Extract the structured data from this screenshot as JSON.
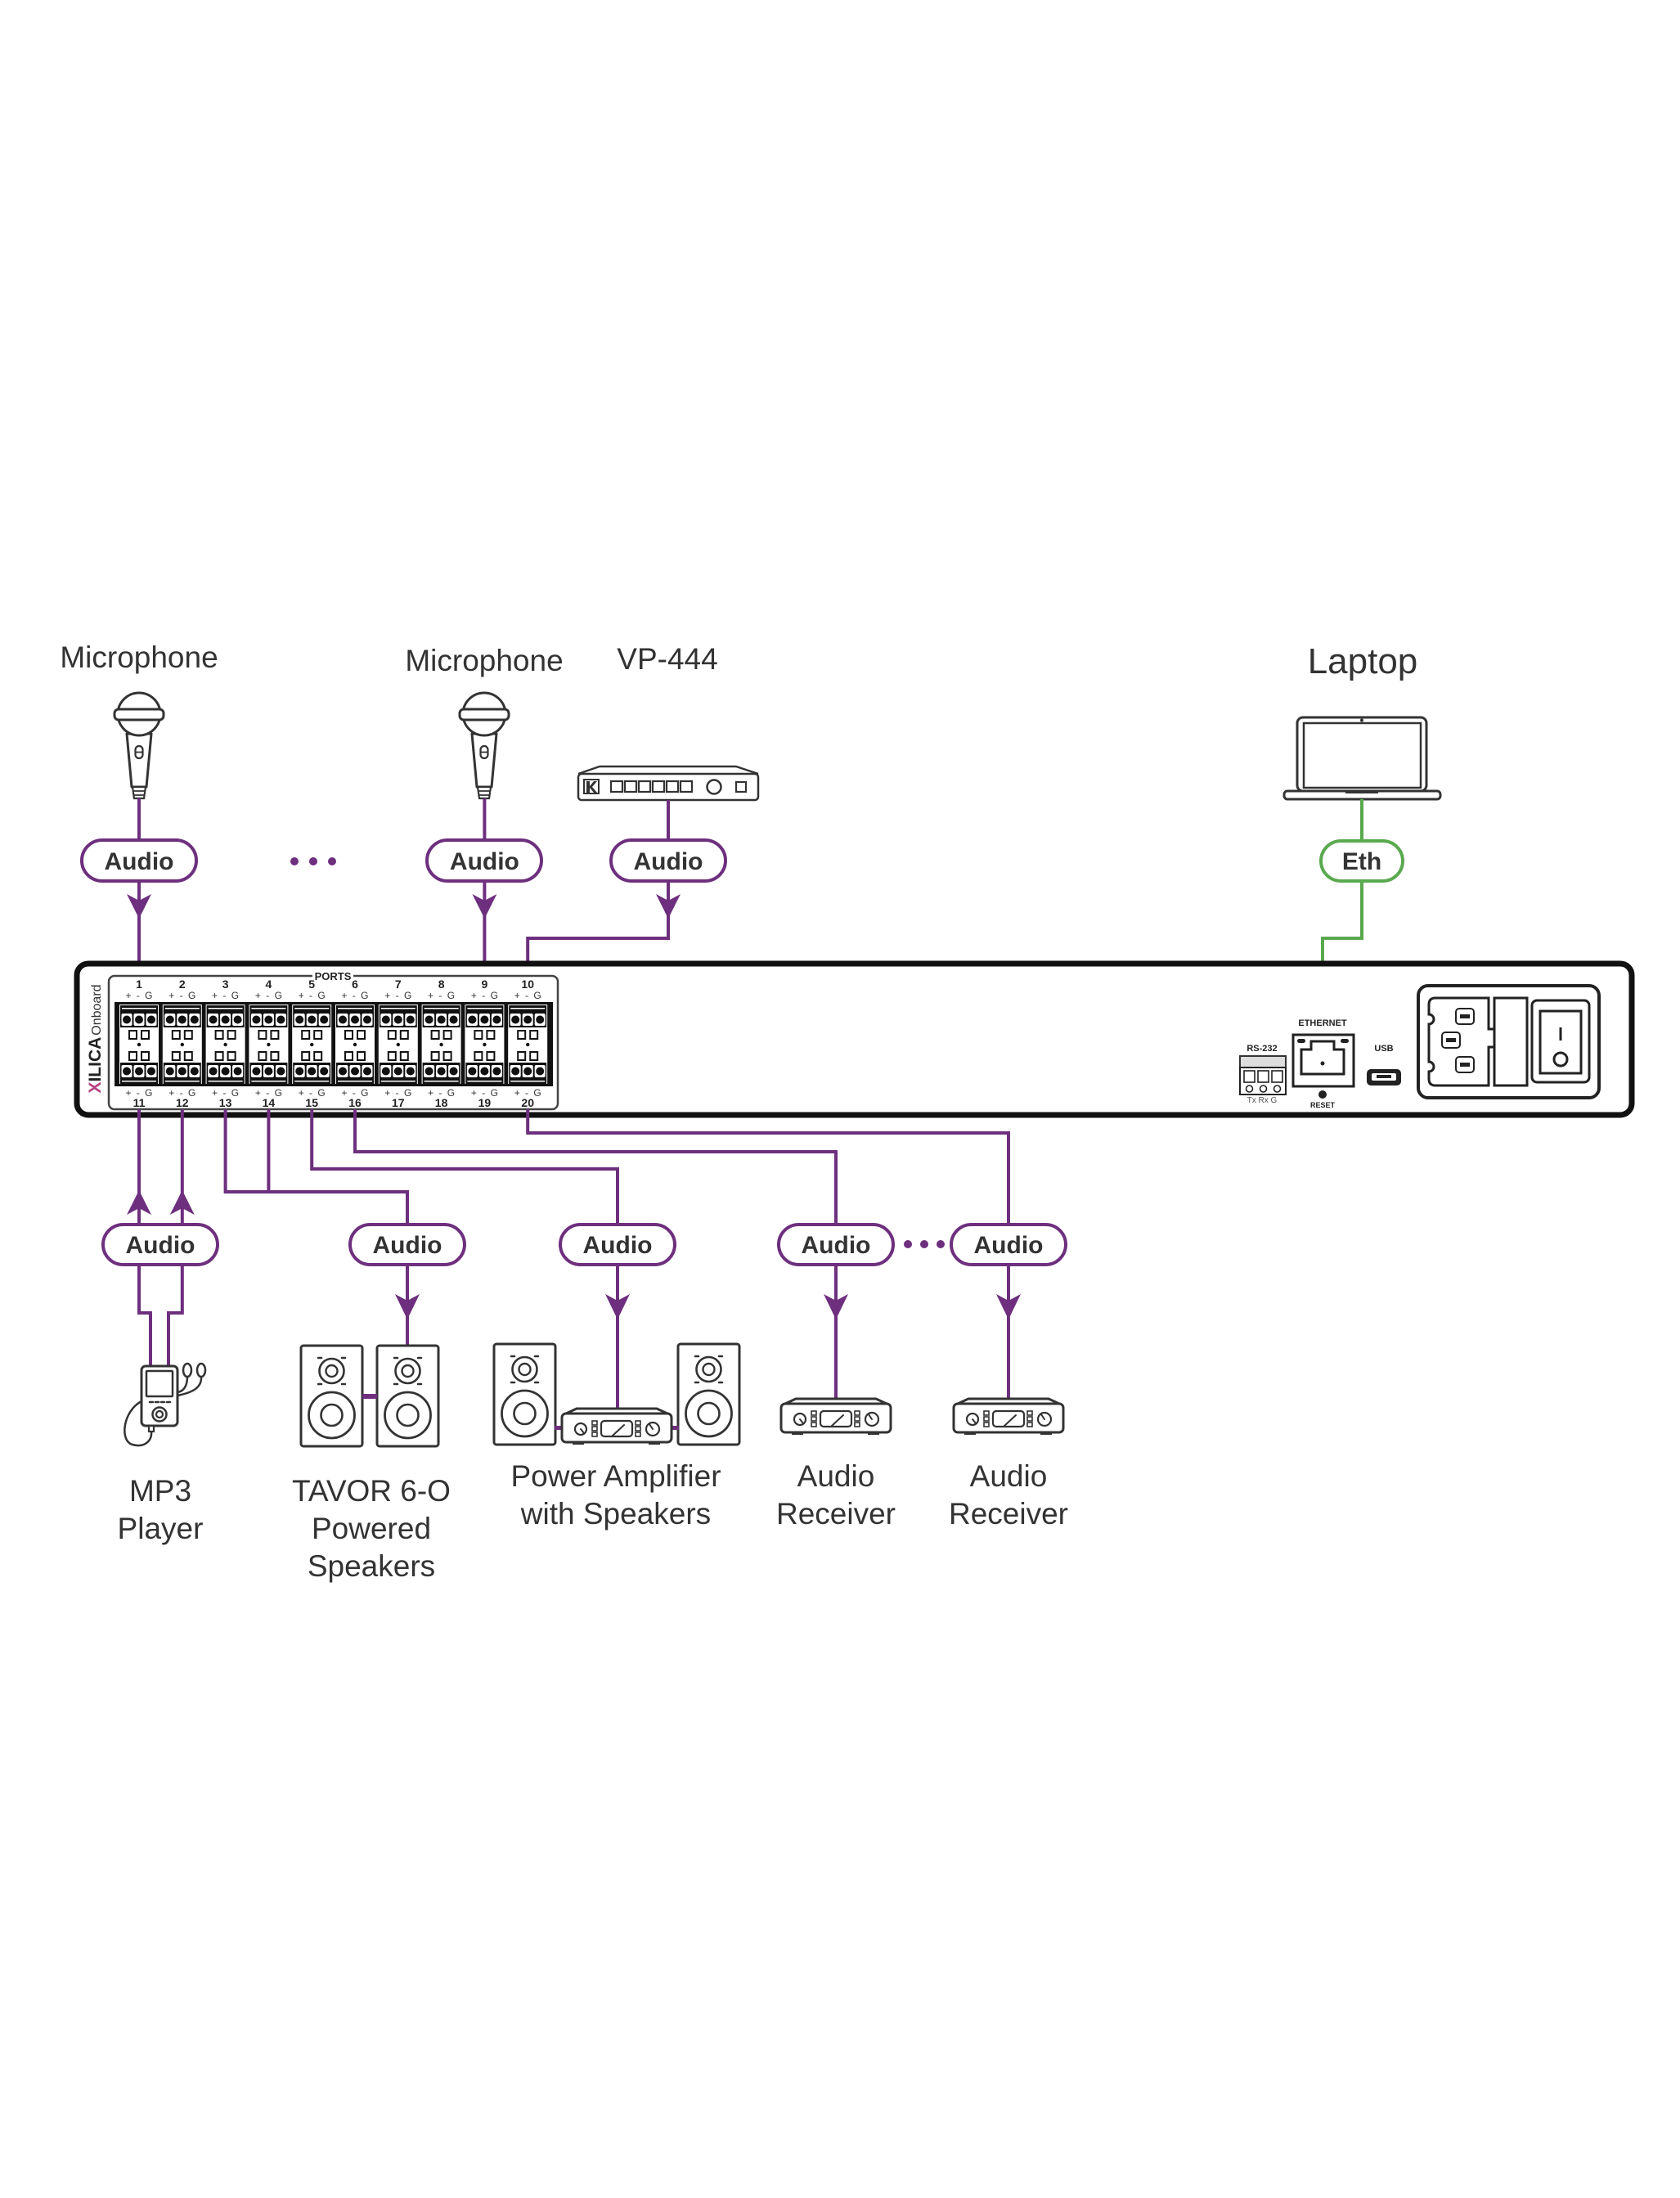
{
  "diagram": {
    "colors": {
      "audio_link": "#6e2f7e",
      "ethernet_link": "#5aa94f",
      "label_text": "#333333",
      "device_outline": "#111111"
    },
    "sources": [
      {
        "label": "Microphone",
        "link": "Audio",
        "port": "1"
      },
      {
        "label": "Microphone",
        "link": "Audio",
        "port": "9"
      },
      {
        "label": "VP-444",
        "link": "Audio",
        "port": "10"
      }
    ],
    "control": {
      "label": "Laptop",
      "link": "Eth",
      "port": "ETHERNET"
    },
    "destinations": [
      {
        "label_lines": [
          "MP3",
          "Player"
        ],
        "link": "Audio",
        "ports": [
          "11",
          "12"
        ]
      },
      {
        "label_lines": [
          "TAVOR 6-O",
          "Powered",
          "Speakers"
        ],
        "link": "Audio",
        "ports": [
          "13",
          "14"
        ]
      },
      {
        "label_lines": [
          "Power Amplifier",
          "with Speakers"
        ],
        "link": "Audio",
        "ports": [
          "15"
        ]
      },
      {
        "label_lines": [
          "Audio",
          "Receiver"
        ],
        "link": "Audio",
        "ports": [
          "16"
        ]
      },
      {
        "label_lines": [
          "Audio",
          "Receiver"
        ],
        "link": "Audio",
        "ports": [
          "20"
        ]
      }
    ]
  },
  "device": {
    "brand_mark": "X",
    "brand_rest": "ILICA",
    "brand_sub": "Onboard",
    "ports_title": "PORTS",
    "top_ports": [
      "1",
      "2",
      "3",
      "4",
      "5",
      "6",
      "7",
      "8",
      "9",
      "10"
    ],
    "bottom_ports": [
      "11",
      "12",
      "13",
      "14",
      "15",
      "16",
      "17",
      "18",
      "19",
      "20"
    ],
    "pin_labels": "+ - G",
    "rs232": {
      "label": "RS-232",
      "pins": "Tx Rx G"
    },
    "ethernet": {
      "label": "ETHERNET"
    },
    "reset": {
      "label": "RESET"
    },
    "usb": {
      "label": "USB"
    }
  }
}
